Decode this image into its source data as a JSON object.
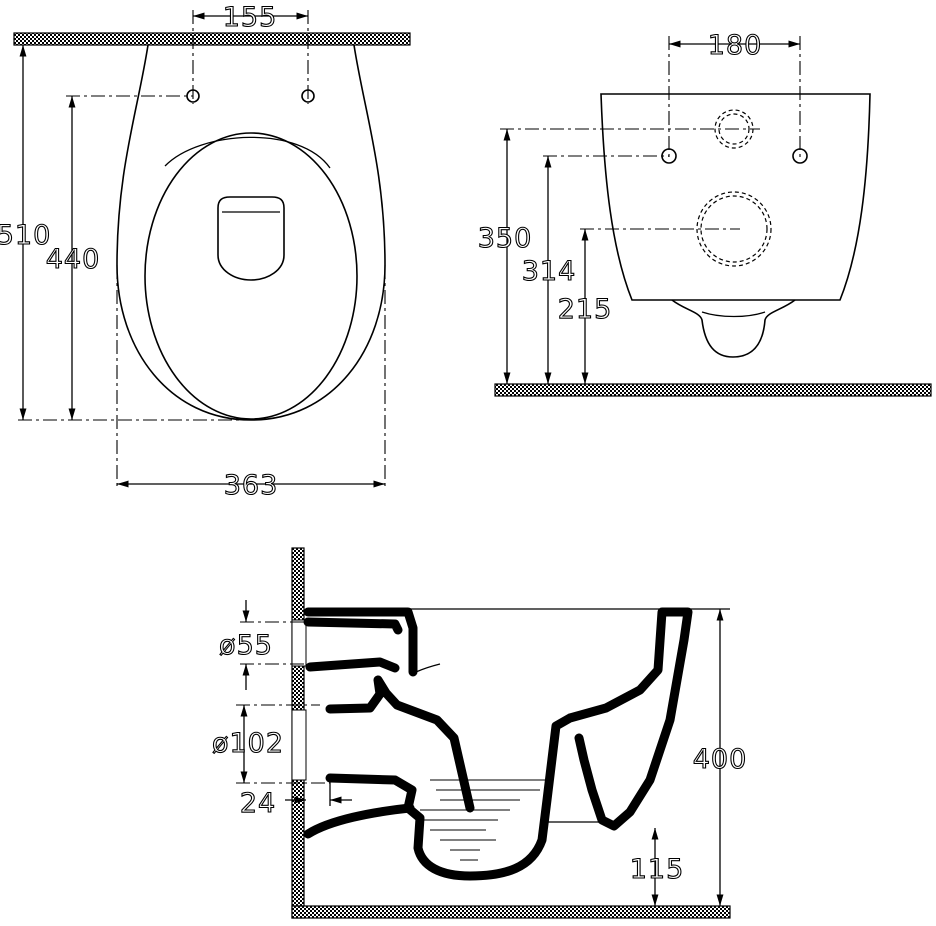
{
  "diagram": {
    "top_view": {
      "dims": {
        "hole_spacing": "155",
        "total_length": "510",
        "hole_to_front": "440",
        "width": "363"
      }
    },
    "front_view": {
      "dims": {
        "hole_spacing": "180",
        "height_top_hole": "350",
        "height_bolt_holes": "314",
        "height_outlet": "215"
      }
    },
    "section_view": {
      "dims": {
        "inlet_diameter": "ø55",
        "outlet_diameter": "ø102",
        "outlet_projection": "24",
        "total_height": "400",
        "outlet_height": "115"
      }
    }
  }
}
